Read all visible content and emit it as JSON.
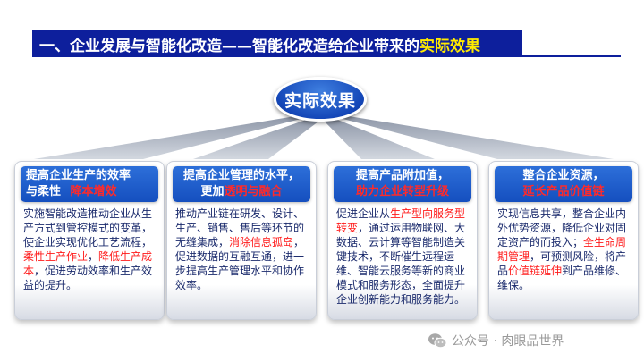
{
  "title": {
    "main": "一、企业发展与智能化改造——智能化改造给企业带来的",
    "highlight": "实际效果"
  },
  "center": {
    "label": "实际效果"
  },
  "cards": [
    {
      "head_line1": "提高企业生产的效率",
      "head_line2": "与柔性",
      "head_red": "降本增效",
      "body": {
        "t1": "实施智能改造推动企业从生产方式到管控模式的变革，使企业实现优化工艺流程，",
        "r1": "柔性生产作业",
        "t2": "，",
        "r2": "降低生产成本",
        "t3": "，促进劳动效率和生产效益的提升。"
      }
    },
    {
      "head_line1": "提高企业管理的水平，",
      "head_line2": "更加",
      "head_red": "透明与融合",
      "body": {
        "t1": "推动产业链在研发、设计、生产、销售、售后等环节的无缝集成，",
        "r1": "消除信息孤岛",
        "t2": "，促进数据的互融互通，进一步提高生产管理水平和协作效率。"
      }
    },
    {
      "head_line1": "提高产品附加值，",
      "head_red": "助力企业转型升级",
      "body": {
        "t1": "促进企业从",
        "r1": "生产型向服务型转变",
        "t2": "，通过运用物联网、大数据、云计算等智能制造关键技术，不断催生远程运维、智能云服务等新的商业模式和服务形态，全面提升企业创新能力和服务能力。"
      }
    },
    {
      "head_line1": "整合企业资源，",
      "head_red": "延长产品价值链",
      "body": {
        "t1": "实现信息共享，整合企业内外优势资源，降低企业对固定资产的而投入；",
        "r1": "全生命周期管理",
        "t2": "，可预测风险，将产品",
        "r2": "价值链延伸",
        "t3": "到产品维修、维保。"
      }
    }
  ],
  "watermark": {
    "text": "公众号 · 肉眼品世界",
    "icon": "wechat-icon"
  },
  "colors": {
    "title_bg": "#0d1f9c",
    "title_highlight": "#ffeb00",
    "head_bg": "#1e5fcf",
    "accent_red": "#ff1a1a",
    "body_text": "#1a2a6c"
  }
}
